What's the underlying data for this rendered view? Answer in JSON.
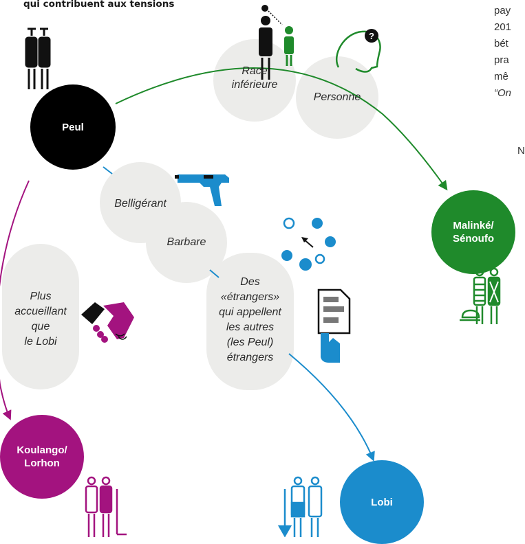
{
  "title": "qui contribuent aux tensions",
  "right_text": {
    "line1": "pay",
    "line2": "201",
    "line3": "bét",
    "line4": "pra",
    "line5": "mê",
    "line6": "“On",
    "line7": "N"
  },
  "nodes": {
    "peul": "Peul",
    "malinke_line1": "Malinké/",
    "malinke_line2": "Sénoufo",
    "koulango_line1": "Koulango/",
    "koulango_line2": "Lorhon",
    "lobi": "Lobi"
  },
  "labels": {
    "race_1": "Race",
    "race_2": "inférieure",
    "personne": "Personne",
    "belligerant": "Belligérant",
    "barbare": "Barbare",
    "plus_1": "Plus",
    "plus_2": "accueillant",
    "plus_3": "que",
    "plus_4": "le Lobi",
    "des_1": "Des",
    "des_2": "«étrangers»",
    "des_3": "qui appellent",
    "des_4": "les autres",
    "des_5": "(les Peul)",
    "des_6": "étrangers"
  },
  "colors": {
    "peul": "#000000",
    "malinke": "#1f8a2b",
    "koulango": "#a3137f",
    "lobi": "#1b8ccc",
    "bubble": "#ececea"
  },
  "icons": [
    "people-icon",
    "person-question-icon",
    "pistol-icon",
    "scatter-dots-icon",
    "document-hand-icon",
    "handshake-icon"
  ]
}
